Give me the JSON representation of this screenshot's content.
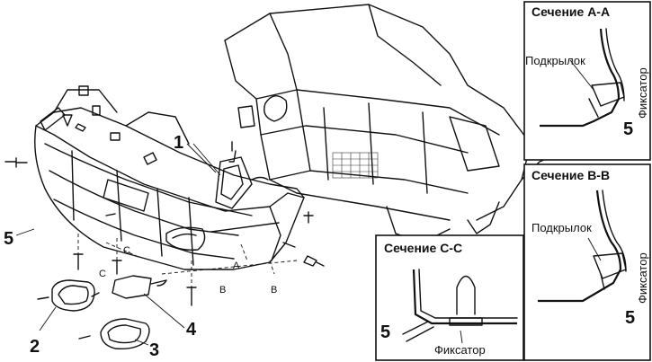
{
  "callouts": {
    "bumper": "5",
    "fog_lamp": "1",
    "bracket": "2",
    "cover": "3",
    "lamp_unit": "4"
  },
  "section_tags": {
    "a": "A",
    "b": "B",
    "c": "C"
  },
  "sections": {
    "a": {
      "title": "Сечение А-А",
      "liner_label": "Подкрылок",
      "retainer_label": "Фиксатор",
      "part_number": "5"
    },
    "b": {
      "title": "Сечение В-В",
      "liner_label": "Подкрылок",
      "retainer_label": "Фиксатор",
      "part_number": "5"
    },
    "c": {
      "title": "Сечение С-С",
      "retainer_label": "Фиксатор",
      "part_number": "5"
    }
  }
}
